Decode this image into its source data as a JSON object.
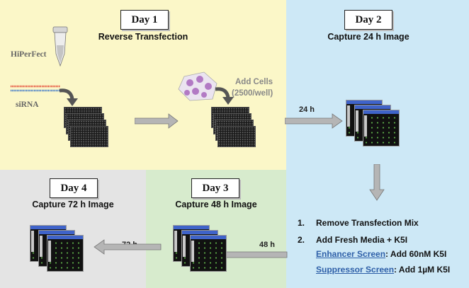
{
  "day1": {
    "title": "Day 1",
    "subtitle": "Reverse Transfection",
    "reagent": "HiPerFect",
    "sirna": "siRNA",
    "add_cells": "Add Cells",
    "cells_per_well": "(2500/well)"
  },
  "day2": {
    "title": "Day 2",
    "subtitle": "Capture 24 h Image",
    "arrow_label": "24 h",
    "steps": [
      {
        "num": "1.",
        "text": "Remove Transfection Mix"
      },
      {
        "num": "2.",
        "text": "Add Fresh Media + K5I"
      }
    ],
    "screens": [
      {
        "name": "Enhancer Screen",
        "sep": ":",
        "detail": " Add 60nM K5I"
      },
      {
        "name": "Suppressor Screen",
        "sep": ":",
        "detail": " Add 1µM K5I"
      }
    ]
  },
  "day3": {
    "title": "Day 3",
    "subtitle": "Capture 48 h Image",
    "arrow_label": "48 h"
  },
  "day4": {
    "title": "Day 4",
    "subtitle": "Capture 72 h Image",
    "arrow_label": "72 h"
  },
  "colors": {
    "day1_bg": "#fbf7c8",
    "day2_bg": "#cde8f6",
    "day3_bg": "#d7ebcd",
    "day4_bg": "#e4e4e4",
    "link": "#2e5fa8",
    "arrow": "#b5b5b5"
  }
}
